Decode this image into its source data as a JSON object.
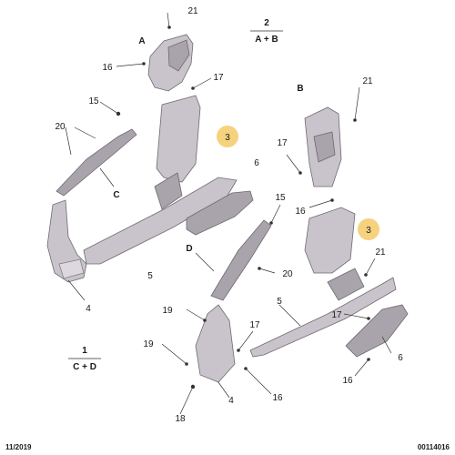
{
  "callouts": {
    "c21_top": "21",
    "c2": "2",
    "c2_sub": "A + B",
    "cA": "A",
    "c16_a": "16",
    "c17_a": "17",
    "c15_a": "15",
    "c3_a": "3",
    "c20_a": "20",
    "cC": "C",
    "cB": "B",
    "c21_b": "21",
    "c17_b": "17",
    "c6_a": "6",
    "c15_b": "15",
    "c16_b": "16",
    "c3_b": "3",
    "cD": "D",
    "c5_a": "5",
    "c20_b": "20",
    "c21_c": "21",
    "c4_a": "4",
    "c19_a": "19",
    "c17_c": "17",
    "c5_b": "5",
    "c17_d": "17",
    "c19_b": "19",
    "c1": "1",
    "c1_sub": "C + D",
    "c6_b": "6",
    "c16_c": "16",
    "c4_b": "4",
    "c16_d": "16",
    "c18": "18"
  },
  "footer": {
    "date": "11/2019",
    "ref": "00114016"
  },
  "colors": {
    "highlight": "#f6d27e",
    "part": "#c9c4cb"
  }
}
